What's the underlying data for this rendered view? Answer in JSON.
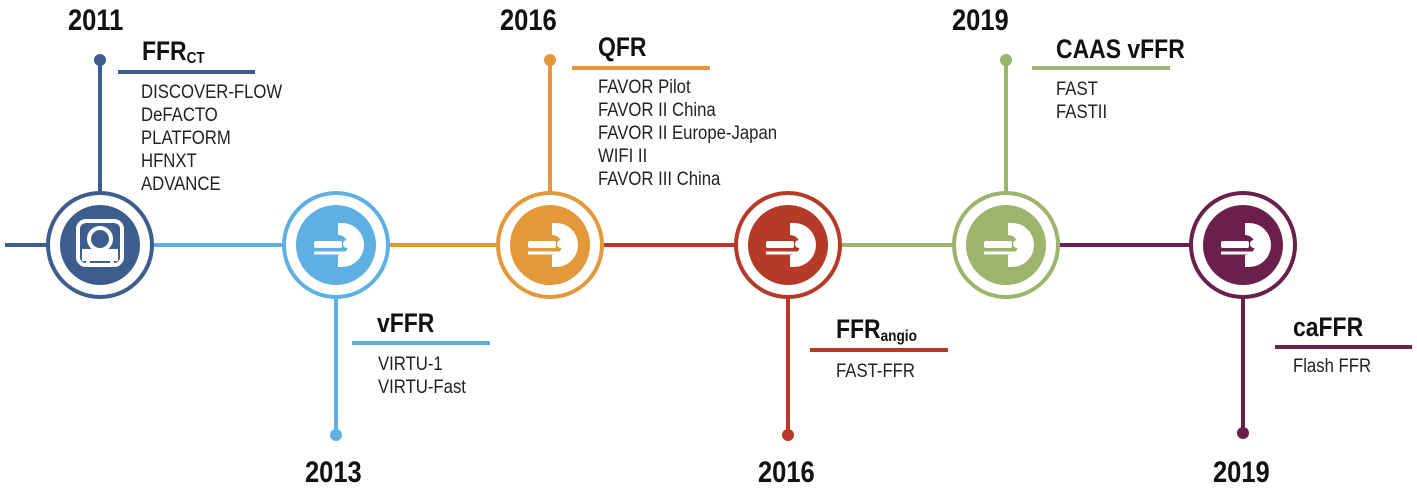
{
  "colors": {
    "ffrct": "#3d5d8f",
    "vffr": "#5fb0e2",
    "qfr": "#e3993a",
    "ffrangio": "#b53a27",
    "caas": "#9cb46b",
    "caffr": "#6b1f4b"
  },
  "milestones": [
    {
      "year": "2011",
      "title": "FFR",
      "sub": "CT",
      "trials": [
        "DISCOVER-FLOW",
        "DeFACTO",
        "PLATFORM",
        "HFNXT",
        "ADVANCE"
      ],
      "icon": "ct-scanner-icon"
    },
    {
      "year": "2013",
      "title": "vFFR",
      "sub": "",
      "trials": [
        "VIRTU-1",
        "VIRTU-Fast"
      ],
      "icon": "angiography-icon"
    },
    {
      "year": "2016",
      "title": "QFR",
      "sub": "",
      "trials": [
        "FAVOR Pilot",
        "FAVOR II China",
        "FAVOR II Europe-Japan",
        "WIFI II",
        "FAVOR III China"
      ],
      "icon": "angiography-icon"
    },
    {
      "year": "2016",
      "title": "FFR",
      "sub": "angio",
      "trials": [
        "FAST-FFR"
      ],
      "icon": "angiography-icon"
    },
    {
      "year": "2019",
      "title": "CAAS vFFR",
      "sub": "",
      "trials": [
        "FAST",
        "FASTII"
      ],
      "icon": "angiography-icon"
    },
    {
      "year": "2019",
      "title": "caFFR",
      "sub": "",
      "trials": [
        "Flash FFR"
      ],
      "icon": "angiography-icon"
    }
  ]
}
